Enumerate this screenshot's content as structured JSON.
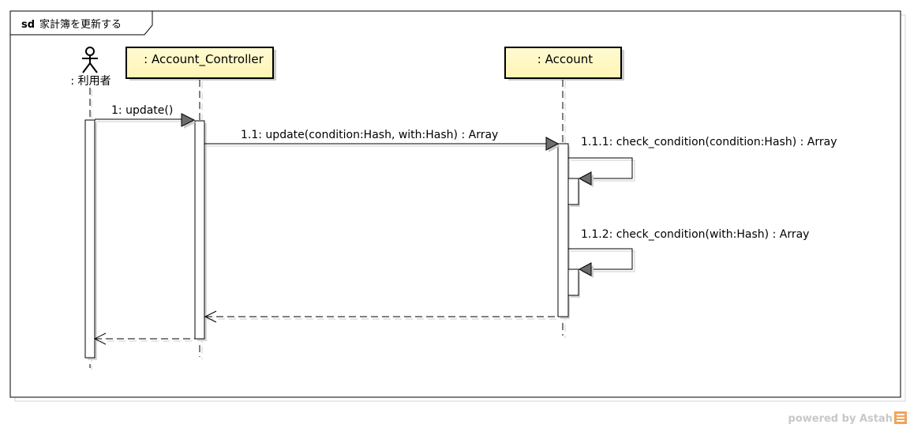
{
  "frame": {
    "keyword": "sd",
    "title": "家計簿を更新する"
  },
  "actor": {
    "label": ": 利用者"
  },
  "lifelines": {
    "controller": ": Account_Controller",
    "account": ": Account"
  },
  "messages": {
    "m1": "1: update()",
    "m11": "1.1: update(condition:Hash, with:Hash) : Array",
    "m111": "1.1.1: check_condition(condition:Hash) : Array",
    "m112": "1.1.2: check_condition(with:Hash) : Array"
  },
  "watermark": {
    "text": "powered by Astah"
  },
  "colors": {
    "lifeline_fill": "#fffbd2",
    "arrowhead_fill": "#6e6e6e",
    "shadow": "#cccccc",
    "watermark_text": "#c8c8c8",
    "astah_logo": "#f2a35a"
  },
  "icons": {
    "actor": "stick-figure-icon",
    "brand": "astah-logo-icon"
  }
}
